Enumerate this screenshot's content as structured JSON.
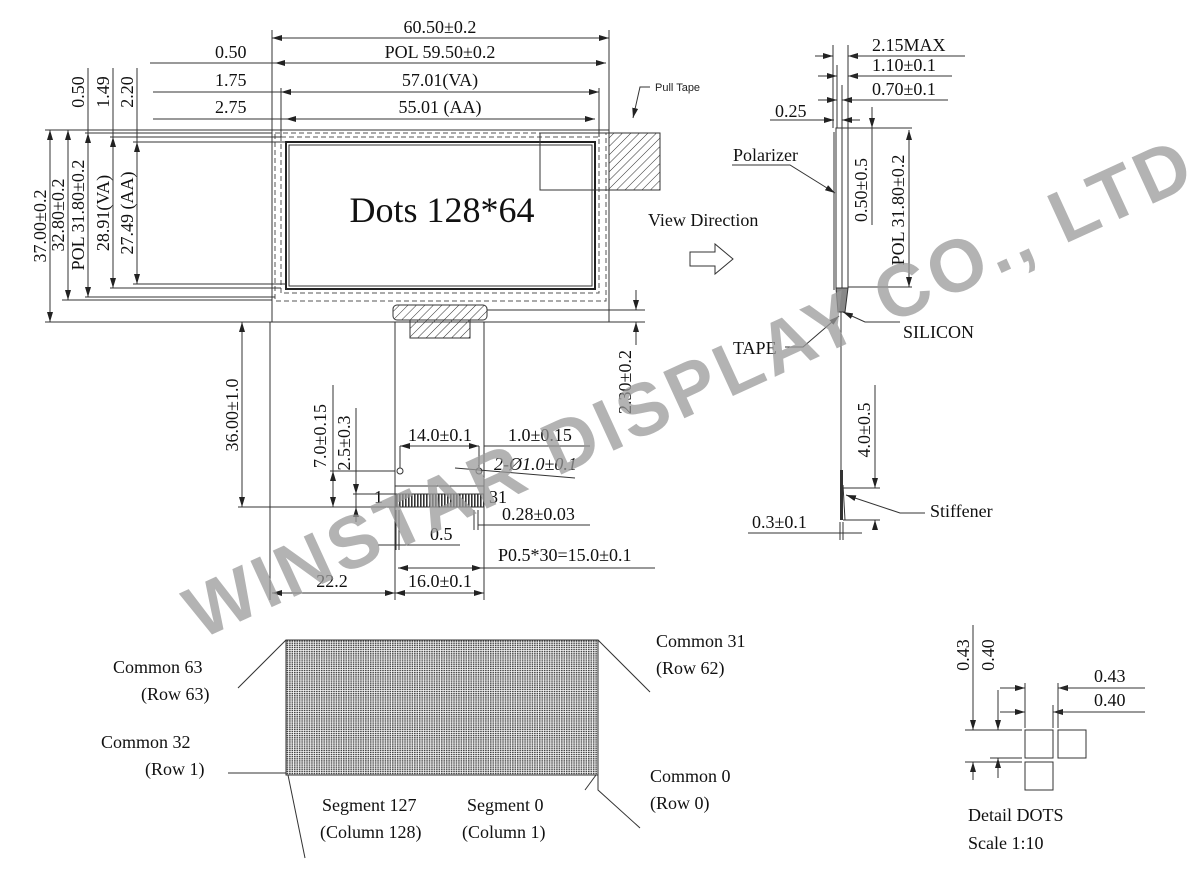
{
  "front_view": {
    "dim_width_outer": "60.50±0.2",
    "dim_width_pol": "POL 59.50±0.2",
    "dim_width_va": "57.01(VA)",
    "dim_width_aa": "55.01 (AA)",
    "dim_left_pol": "0.50",
    "dim_left_va": "1.75",
    "dim_left_aa": "2.75",
    "dim_top_pol": "0.50",
    "dim_top_va": "1.49",
    "dim_top_aa": "2.20",
    "dim_height_outer": "37.00±0.2",
    "dim_height_glass": "32.80±0.2",
    "dim_height_pol": "POL 31.80±0.2",
    "dim_height_va": "28.91(VA)",
    "dim_height_aa": "27.49 (AA)",
    "center_label": "Dots 128*64",
    "pull_tape_label": "Pull Tape",
    "view_direction_label": "View Direction"
  },
  "fpc": {
    "dim_fpc_length": "36.00±1.0",
    "dim_tab": "2.30±0.2",
    "dim_hole_y": "7.0±0.15",
    "dim_pin_y": "2.5±0.3",
    "dim_hole_span": "14.0±0.1",
    "dim_hole_edge": "1.0±0.15",
    "dim_hole_dia": "2-Ø1.0±0.1",
    "pin_first": "1",
    "pin_last": "31",
    "dim_pin_width": "0.28±0.03",
    "dim_pitch": "0.5",
    "dim_pitch_total": "P0.5*30=15.0±0.1",
    "dim_offset": "22.2",
    "dim_fpc_width": "16.0±0.1"
  },
  "side_view": {
    "dim_max": "2.15MAX",
    "dim_glass1": "1.10±0.1",
    "dim_glass2": "0.70±0.1",
    "dim_pol": "0.25",
    "dim_offset": "0.50±0.5",
    "dim_pol_height": "POL 31.80±0.2",
    "polarizer_label": "Polarizer",
    "silicon_label": "SILICON",
    "tape_label": "TAPE",
    "dim_stiffener_len": "4.0±0.5",
    "stiffener_label": "Stiffener",
    "dim_stiffener_thk": "0.3±0.1"
  },
  "pixel_map": {
    "top_left_line1": "Common 63",
    "top_left_line2": "(Row 63)",
    "bottom_left_line1": "Common 32",
    "bottom_left_line2": "(Row 1)",
    "top_right_line1": "Common 31",
    "top_right_line2": "(Row 62)",
    "bottom_right_line1": "Common 0",
    "bottom_right_line2": "(Row 0)",
    "seg_left_line1": "Segment 127",
    "seg_left_line2": "(Column 128)",
    "seg_right_line1": "Segment 0",
    "seg_right_line2": "(Column 1)"
  },
  "detail": {
    "dim_v_pitch": "0.43",
    "dim_v_dot": "0.40",
    "dim_h_pitch": "0.43",
    "dim_h_dot": "0.40",
    "title": "Detail DOTS",
    "scale": "Scale 1:10"
  },
  "watermark": "WINSTAR DISPLAY CO., LTD."
}
